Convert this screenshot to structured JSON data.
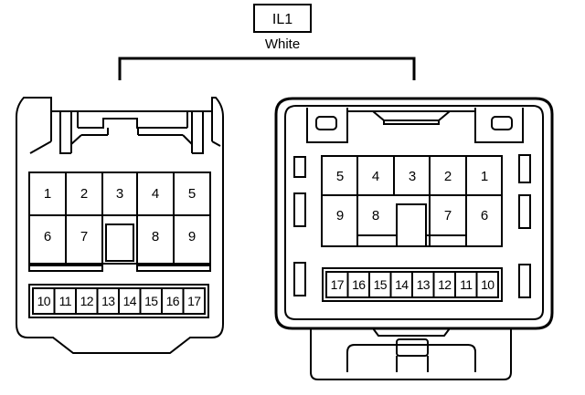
{
  "connector": {
    "code": "IL1",
    "color_label": "White"
  },
  "left_view": {
    "upper_row1": [
      "1",
      "2",
      "3",
      "4",
      "5"
    ],
    "upper_row2": [
      "6",
      "7",
      "8",
      "9"
    ],
    "lower_row": [
      "10",
      "11",
      "12",
      "13",
      "14",
      "15",
      "16",
      "17"
    ]
  },
  "right_view": {
    "upper_row1": [
      "5",
      "4",
      "3",
      "2",
      "1"
    ],
    "upper_row2": [
      "9",
      "8",
      "7",
      "6"
    ],
    "lower_row": [
      "17",
      "16",
      "15",
      "14",
      "13",
      "12",
      "11",
      "10"
    ]
  }
}
